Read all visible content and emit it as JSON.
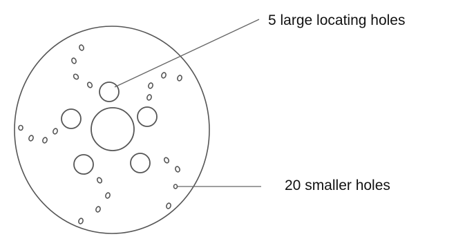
{
  "labels": {
    "large_holes": "5 large locating holes",
    "small_holes": "20 smaller holes"
  },
  "counts": {
    "large_holes": 5,
    "small_holes": 20
  },
  "colors": {
    "stroke": "#555555",
    "text": "#111111",
    "background": "#ffffff"
  }
}
